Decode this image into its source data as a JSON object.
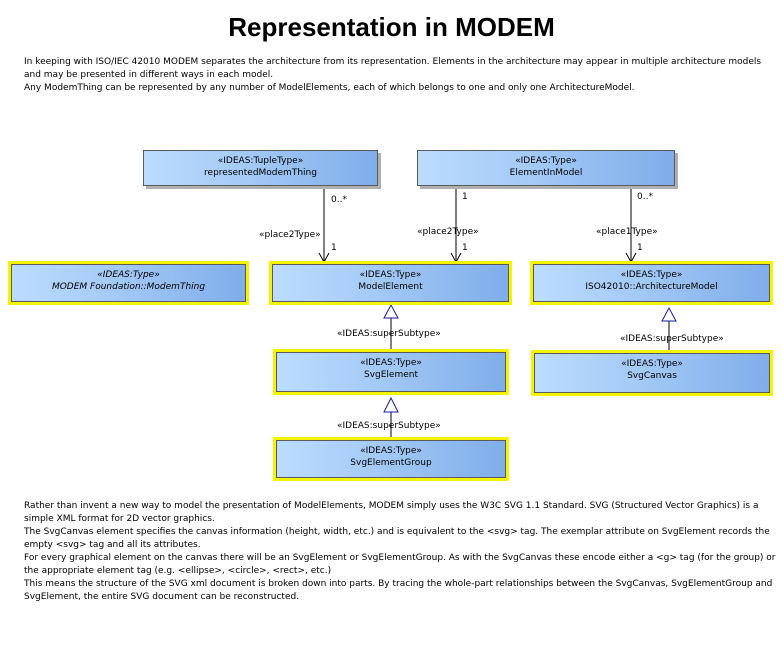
{
  "title": "Representation in MODEM",
  "intro": [
    "In keeping with ISO/IEC 42010 MODEM separates the architecture from its representation. Elements in the architecture may appear in multiple architecture models and may be presented in different ways in each model.",
    "Any ModemThing can be represented by any number of ModelElements, each of which belongs to one and only one ArchitectureModel."
  ],
  "boxes": {
    "representedModemThing": {
      "stereotype": "«IDEAS:TupleType»",
      "name": "representedModemThing"
    },
    "elementInModel": {
      "stereotype": "«IDEAS:Type»",
      "name": "ElementInModel"
    },
    "modemThing": {
      "stereotype": "«IDEAS:Type»",
      "name": "MODEM Foundation::ModemThing"
    },
    "modelElement": {
      "stereotype": "«IDEAS:Type»",
      "name": "ModelElement"
    },
    "architectureModel": {
      "stereotype": "«IDEAS:Type»",
      "name": "ISO42010::ArchitectureModel"
    },
    "svgElement": {
      "stereotype": "«IDEAS:Type»",
      "name": "SvgElement"
    },
    "svgCanvas": {
      "stereotype": "«IDEAS:Type»",
      "name": "SvgCanvas"
    },
    "svgElementGroup": {
      "stereotype": "«IDEAS:Type»",
      "name": "SvgElementGroup"
    }
  },
  "labels": {
    "mult_zero_many_1": "0..*",
    "mult_one_1": "1",
    "mult_zero_many_2": "0..*",
    "place2Type_1": "«place2Type»",
    "mult_one_2": "1",
    "place2Type_2": "«place2Type»",
    "mult_one_3": "1",
    "place1Type": "«place1Type»",
    "mult_one_4": "1",
    "superSubtype_1": "«IDEAS:superSubtype»",
    "superSubtype_2": "«IDEAS:superSubtype»",
    "superSubtype_3": "«IDEAS:superSubtype»"
  },
  "outro": [
    "Rather than invent a new way to model the presentation of ModelElements, MODEM simply uses the W3C SVG 1.1 Standard. SVG (Structured Vector Graphics) is a simple XML format for 2D vector graphics.",
    "The SvgCanvas element specifies the canvas information (height, width, etc.) and is equivalent to the <svg> tag. The exemplar attribute on SvgElement records the empty <svg> tag and all its attributes.",
    "For every graphical element on the canvas there will be an SvgElement or SvgElementGroup. As with the SvgCanvas these encode either a <g> tag (for the group) or the appropriate element tag (e.g. <ellipse>, <circle>, <rect>, etc.)",
    "This means the structure of the SVG xml document is broken down into parts. By tracing the whole-part relationships between the SvgCanvas, SvgElementGroup and SvgElement, the entire SVG document can be reconstructed."
  ]
}
